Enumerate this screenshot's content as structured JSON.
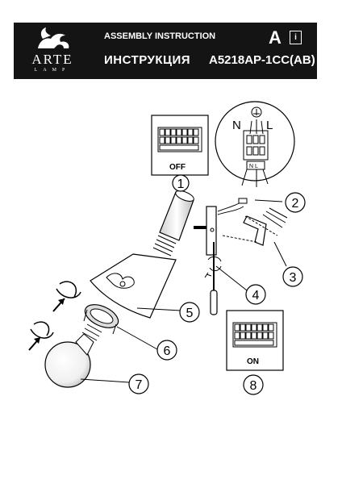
{
  "header": {
    "logo_word": "ARTE",
    "logo_sub": "LAMP",
    "title_en": "ASSEMBLY INSTRUCTION",
    "title_ru": "ИНСТРУКЦИЯ",
    "model": "A5218AP-1CC(AB)",
    "letter": "A",
    "info_glyph": "i"
  },
  "switch_boxes": {
    "off_label": "OFF",
    "on_label": "ON"
  },
  "terminal": {
    "n_label": "N",
    "l_label": "L",
    "block_label": "N L"
  },
  "steps": [
    "1",
    "2",
    "3",
    "4",
    "5",
    "6",
    "7",
    "8"
  ]
}
